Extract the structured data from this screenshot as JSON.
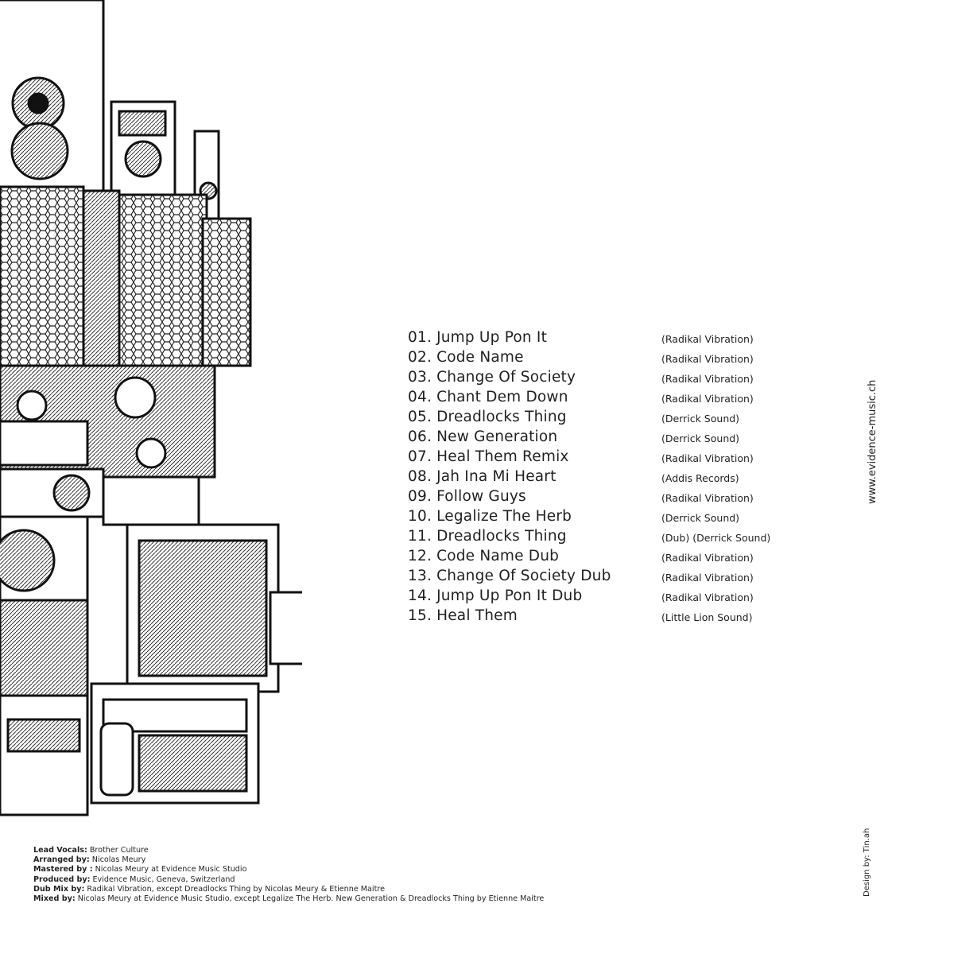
{
  "tracklist": [
    {
      "title": "01. Jump Up Pon It",
      "source": "(Radikal Vibration)"
    },
    {
      "title": "02. Code Name",
      "source": "(Radikal Vibration)"
    },
    {
      "title": "03. Change Of Society",
      "source": "(Radikal Vibration)"
    },
    {
      "title": "04. Chant Dem Down",
      "source": "(Radikal Vibration)"
    },
    {
      "title": "05. Dreadlocks Thing",
      "source": "(Derrick Sound)"
    },
    {
      "title": "06. New Generation",
      "source": "(Derrick Sound)"
    },
    {
      "title": "07. Heal Them Remix",
      "source": "(Radikal Vibration)"
    },
    {
      "title": "08. Jah Ina Mi Heart",
      "source": "(Addis Records)"
    },
    {
      "title": "09. Follow Guys",
      "source": "(Radikal Vibration)"
    },
    {
      "title": "10. Legalize The Herb",
      "source": "(Derrick Sound)"
    },
    {
      "title": "11. Dreadlocks Thing",
      "source": "(Dub) (Derrick Sound)"
    },
    {
      "title": "12. Code Name Dub",
      "source": "(Radikal Vibration)"
    },
    {
      "title": "13. Change Of Society Dub",
      "source": "(Radikal Vibration)"
    },
    {
      "title": "14. Jump Up Pon It Dub",
      "source": "(Radikal Vibration)"
    },
    {
      "title": "15. Heal Them",
      "source": "(Little Lion Sound)"
    }
  ],
  "credits": [
    {
      "label": "Lead Vocals:",
      "value": " Brother Culture"
    },
    {
      "label": "Arranged by:",
      "value": " Nicolas Meury"
    },
    {
      "label": "Mastered by :",
      "value": " Nicolas Meury at Evidence Music Studio"
    },
    {
      "label": "Produced by:",
      "value": " Evidence Music, Geneva, Switzerland"
    },
    {
      "label": "Dub Mix by:",
      "value": " Radikal Vibration, except Dreadlocks Thing by Nicolas Meury & Etienne Maitre"
    },
    {
      "label": "Mixed by:",
      "value": " Nicolas Meury at Evidence Music Studio, except Legalize The Herb. New Generation & Dreadlocks Thing by Etienne Maitre"
    }
  ],
  "website": "www.evidence-music.ch",
  "design_credit": "Design by: Tin.ah"
}
